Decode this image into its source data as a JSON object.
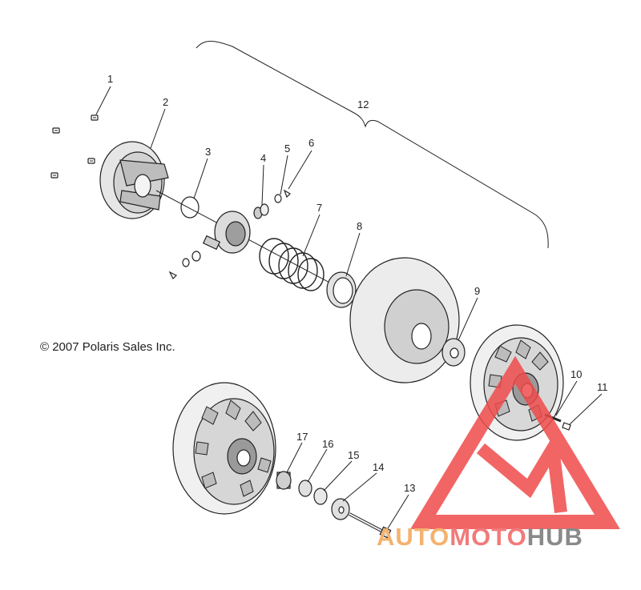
{
  "copyright": "© 2007 Polaris Sales Inc.",
  "callouts": [
    "1",
    "2",
    "3",
    "4",
    "5",
    "6",
    "7",
    "8",
    "9",
    "10",
    "11",
    "12",
    "13",
    "14",
    "15",
    "16",
    "17"
  ],
  "watermark": {
    "part1": "AUTO",
    "part2": "MOTO",
    "part3": "HUB",
    "color_auto": "#f4b26e",
    "color_moto": "#f27a7a",
    "color_hub": "#8a8a8a",
    "logo_color": "#ef4b4b"
  }
}
